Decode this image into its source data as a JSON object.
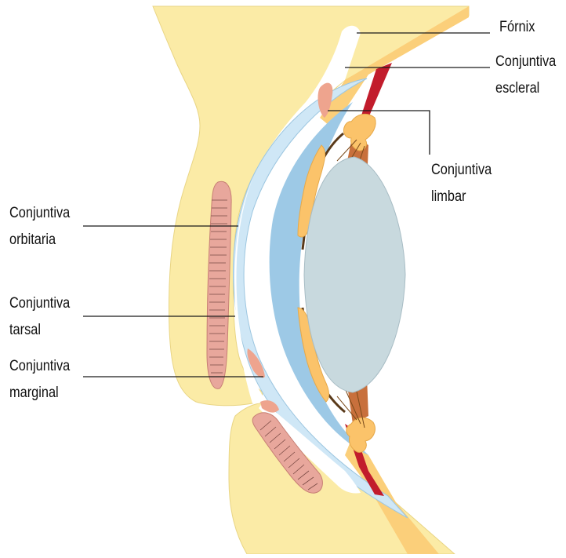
{
  "labels": {
    "fornix": "Fórnix",
    "escleral_1": "Conjuntiva",
    "escleral_2": "escleral",
    "limbar_1": "Conjuntiva",
    "limbar_2": "limbar",
    "orbitaria_1": "Conjuntiva",
    "orbitaria_2": "orbitaria",
    "tarsal_1": "Conjuntiva",
    "tarsal_2": "tarsal",
    "marginal_1": "Conjuntiva",
    "marginal_2": "marginal"
  },
  "colors": {
    "lid_tissue": "#fbeba6",
    "sclera": "#fbcf7a",
    "cornea_outer": "#cfe7f6",
    "cornea_inner": "#9dc9e6",
    "lens": "#c8d9de",
    "muscle": "#c21c2c",
    "meibomian_gland": "#e8a79c",
    "conjunctiva_pink": "#eea48e",
    "ciliary": "#c8703c",
    "leader_line": "#1a1a1a"
  }
}
